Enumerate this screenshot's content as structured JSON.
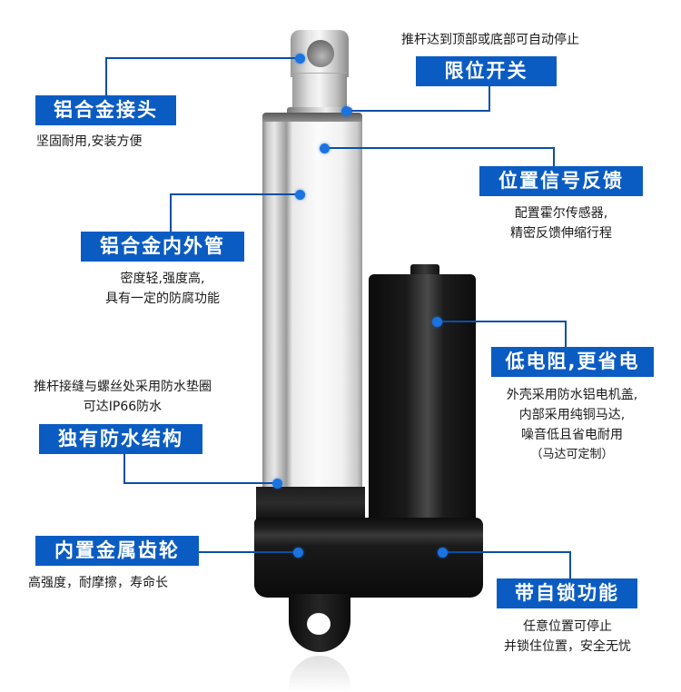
{
  "page": {
    "subject": "Electric linear actuator feature diagram",
    "accent_color": "#0a5cc2",
    "text_color": "#1a1a1a",
    "background": "#ffffff"
  },
  "callouts": [
    {
      "id": "aluminum-joint",
      "label": "铝合金接头",
      "description": [
        "坚固耐用,安装方便"
      ]
    },
    {
      "id": "limit-switch",
      "label": "限位开关",
      "description": [
        "推杆达到顶部或底部可自动停止"
      ]
    },
    {
      "id": "position-feedback",
      "label": "位置信号反馈",
      "description": [
        "配置霍尔传感器,",
        "精密反馈伸缩行程"
      ]
    },
    {
      "id": "aluminum-tubes",
      "label": "铝合金内外管",
      "description": [
        "密度轻,强度高,",
        "具有一定的防腐功能"
      ]
    },
    {
      "id": "low-resistance",
      "label": "低电阻,更省电",
      "description": [
        "外壳采用防水铝电机盖,",
        "内部采用纯铜马达,",
        "噪音低且省电耐用",
        "（马达可定制）"
      ]
    },
    {
      "id": "waterproof",
      "label": "独有防水结构",
      "description": [
        "推杆接缝与螺丝处采用防水垫圈",
        "可达IP66防水"
      ]
    },
    {
      "id": "metal-gears",
      "label": "内置金属齿轮",
      "description": [
        "高强度，耐摩擦，寿命长"
      ]
    },
    {
      "id": "self-lock",
      "label": "带自锁功能",
      "description": [
        "任意位置可停止",
        "并锁住位置，安全无忧"
      ]
    }
  ]
}
